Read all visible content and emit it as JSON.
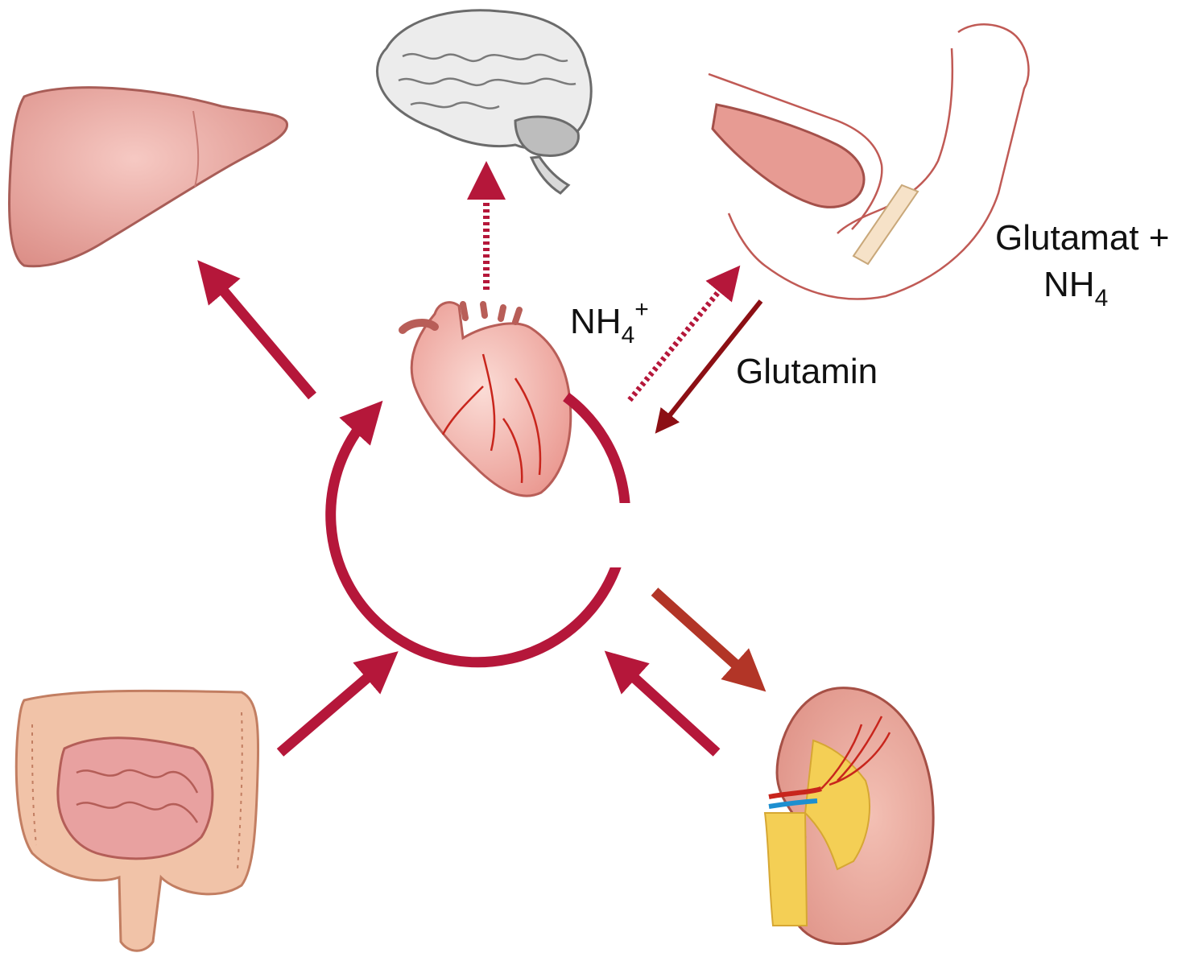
{
  "labels": {
    "ammonium": {
      "base": "NH",
      "sub": "4",
      "sup": "+"
    },
    "glutamine": "Glutamin",
    "glutamate_line1": "Glutamat +",
    "glutamate_line2": {
      "base": "NH",
      "sub": "4"
    }
  },
  "organs": [
    "liver-icon",
    "brain-icon",
    "arm-muscle-icon",
    "heart-icon",
    "intestine-icon",
    "kidney-icon"
  ],
  "colors": {
    "arrow": "#b5173a",
    "arrow_dark": "#8c0f14",
    "arrow_kidney": "#b23527",
    "organ_pink": "#e9a09a",
    "organ_outline": "#b85e58",
    "brain_fill": "#ececec",
    "kidney_pelvis": "#f4cf55",
    "vein": "#1d8fd0"
  }
}
